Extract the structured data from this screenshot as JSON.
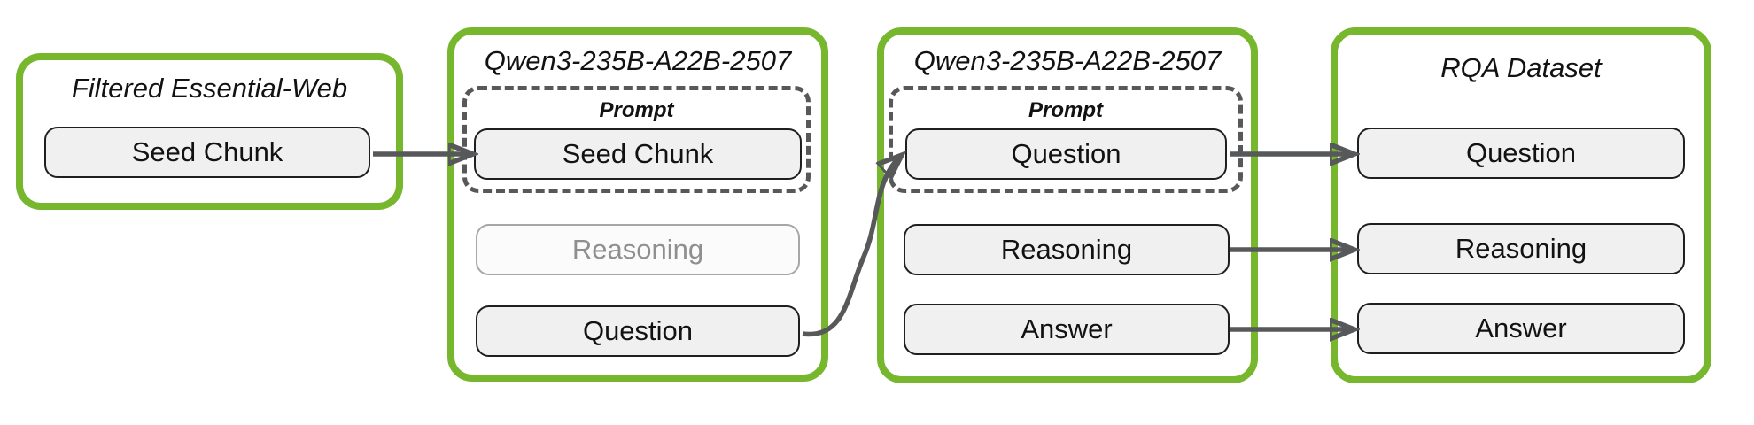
{
  "diagram": {
    "groups": [
      {
        "title": "Filtered Essential-Web",
        "items": [
          {
            "label": "Seed Chunk",
            "muted": false
          }
        ]
      },
      {
        "title": "Qwen3-235B-A22B-2507",
        "prompt": {
          "label": "Prompt",
          "items": [
            {
              "label": "Seed Chunk",
              "muted": false
            }
          ]
        },
        "items": [
          {
            "label": "Reasoning",
            "muted": true
          },
          {
            "label": "Question",
            "muted": false
          }
        ]
      },
      {
        "title": "Qwen3-235B-A22B-2507",
        "prompt": {
          "label": "Prompt",
          "items": [
            {
              "label": "Question",
              "muted": false
            }
          ]
        },
        "items": [
          {
            "label": "Reasoning",
            "muted": false
          },
          {
            "label": "Answer",
            "muted": false
          }
        ]
      },
      {
        "title": "RQA Dataset",
        "items": [
          {
            "label": "Question",
            "muted": false
          },
          {
            "label": "Reasoning",
            "muted": false
          },
          {
            "label": "Answer",
            "muted": false
          }
        ]
      }
    ],
    "arrows": [
      {
        "from": "Seed Chunk (Filtered Essential-Web)",
        "to": "Seed Chunk (Qwen3 prompt 1)"
      },
      {
        "from": "Question (Qwen3 model 1 output)",
        "to": "Question (Qwen3 prompt 2)"
      },
      {
        "from": "Question (Qwen3 model 2)",
        "to": "Question (RQA Dataset)"
      },
      {
        "from": "Reasoning (Qwen3 model 2)",
        "to": "Reasoning (RQA Dataset)"
      },
      {
        "from": "Answer (Qwen3 model 2)",
        "to": "Answer (RQA Dataset)"
      }
    ],
    "colors": {
      "accent_green": "#77b72e",
      "connector_gray": "#57585a",
      "node_fill": "#f0f0f0",
      "node_border": "#1f1f1f",
      "muted_text": "#8f8f8f",
      "muted_border": "#a6a6a6",
      "muted_fill": "#fbfbfb"
    }
  }
}
